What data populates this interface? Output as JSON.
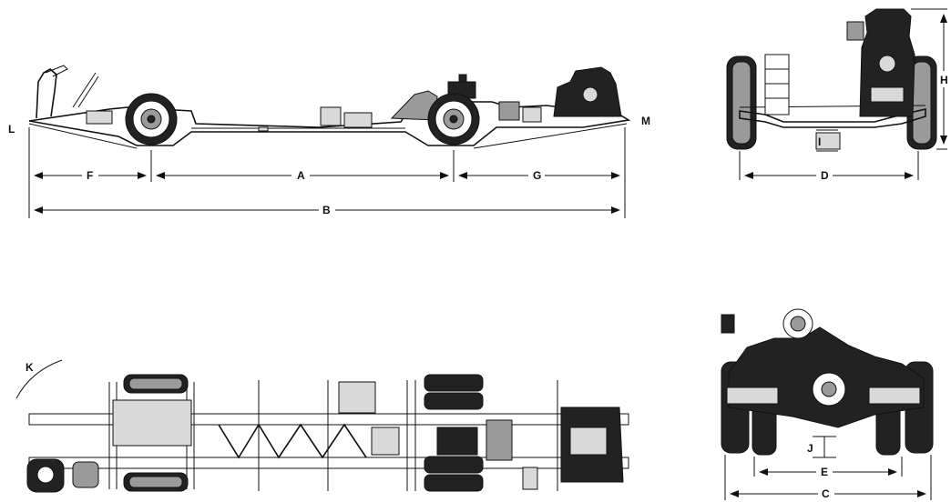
{
  "labels": {
    "L": "L",
    "M": "M",
    "F": "F",
    "A": "A",
    "G": "G",
    "B": "B",
    "H": "H",
    "I": "I",
    "D": "D",
    "K": "K",
    "J": "J",
    "E": "E",
    "C": "C"
  }
}
